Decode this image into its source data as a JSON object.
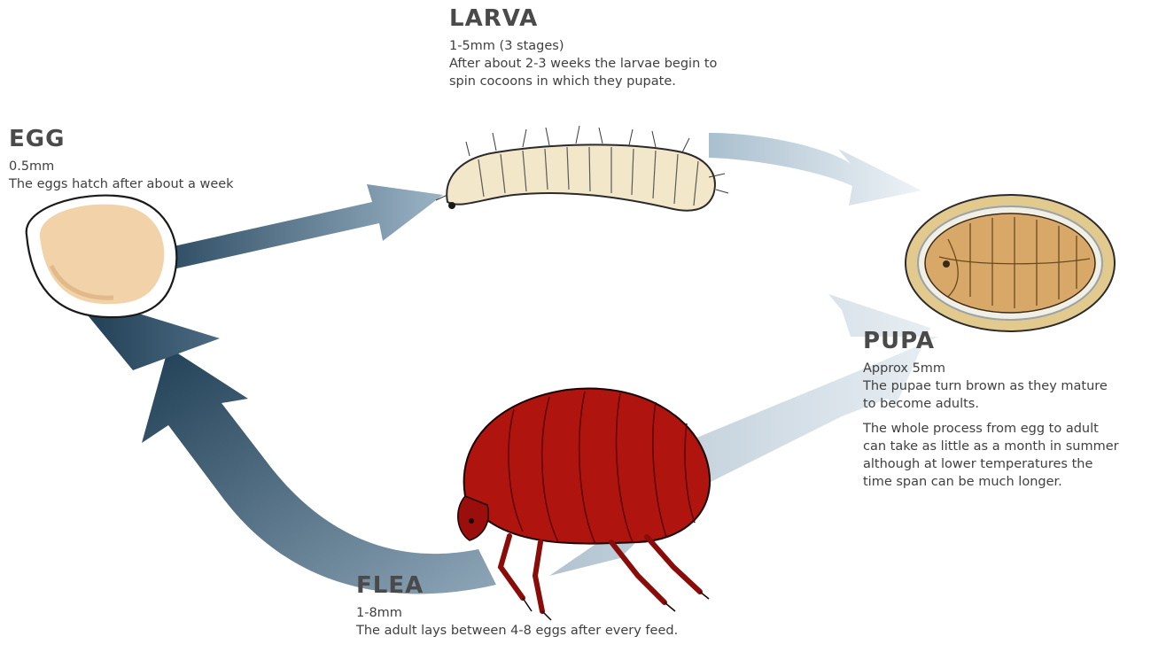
{
  "stages": {
    "larva": {
      "title": "LARVA",
      "size": "1-5mm (3 stages)",
      "line1": "After about 2-3 weeks the larvae begin to",
      "line2": "spin cocoons in which they pupate."
    },
    "egg": {
      "title": "EGG",
      "size": "0.5mm",
      "line1": "The eggs hatch after about a week"
    },
    "pupa": {
      "title": "PUPA",
      "size": "Approx 5mm",
      "line1": "The pupae turn brown as they mature",
      "line2": "to become adults.",
      "line3": "The whole process from egg to adult",
      "line4": "can take as little as a month in summer",
      "line5": "although at lower temperatures the",
      "line6": "time span can be much longer."
    },
    "flea": {
      "title": "FLEA",
      "size": "1-8mm",
      "line1": "The adult lays between 4-8 eggs after every feed."
    }
  },
  "colors": {
    "arrow_dark": "#1f3e54",
    "arrow_light": "#cfdce6",
    "egg_fill": "#f2d2a8",
    "larva_fill": "#f3e7c9",
    "pupa_fill": "#d8a868",
    "flea_fill": "#b0140f"
  },
  "icons": [
    "egg-illustration",
    "larva-illustration",
    "pupa-illustration",
    "flea-illustration"
  ]
}
